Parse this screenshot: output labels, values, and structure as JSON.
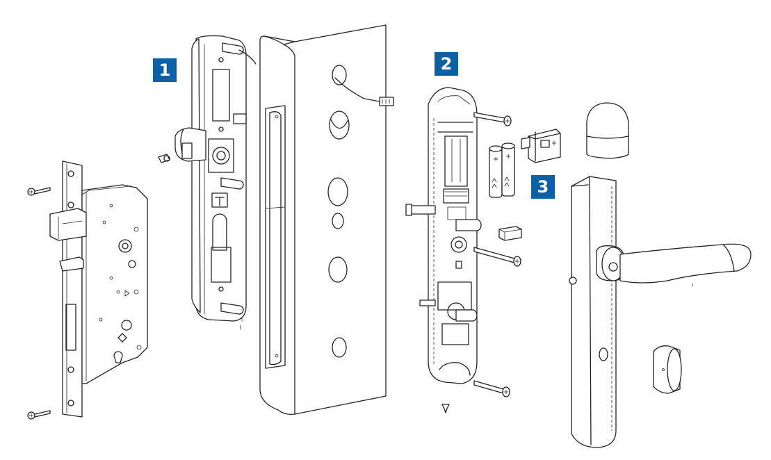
{
  "accent_color": "#0d5fa6",
  "labels": {
    "step1": "1",
    "step2": "2",
    "step3": "3"
  }
}
